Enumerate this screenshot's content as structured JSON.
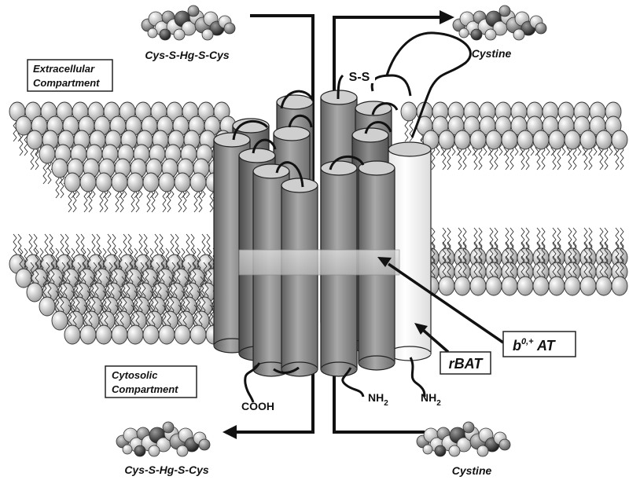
{
  "labels": {
    "top_left_molecule": "Cys-S-Hg-S-Cys",
    "top_right_molecule": "Cystine",
    "bottom_left_molecule": "Cys-S-Hg-S-Cys",
    "bottom_right_molecule": "Cystine",
    "extracellular_line1": "Extracellular",
    "extracellular_line2": "Compartment",
    "cytosolic_line1": "Cytosolic",
    "cytosolic_line2": "Compartment",
    "disulfide": "S-S",
    "cooh": "COOH",
    "nh2_left_base": "NH",
    "nh2_left_sub": "2",
    "nh2_right_base": "NH",
    "nh2_right_sub": "2",
    "rbat": "rBAT",
    "b0at_base": "b",
    "b0at_sup": "0,+",
    "b0at_rest": " AT"
  }
}
